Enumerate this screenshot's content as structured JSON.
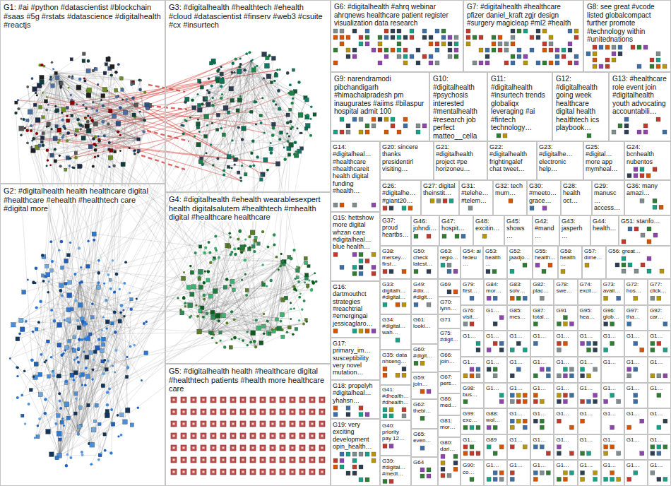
{
  "diagram": {
    "nodes": [
      {
        "text": [
          "G1: #ai #python #datascientist #blockchain #saas #5g #rstats #datascience #digitalhealth #reactjs"
        ]
      },
      {
        "text": [
          "G3: #digitalhealth #healthtech #ehealth #cloud #datascientist #finserv #web3 #csuite #cx #insurtech"
        ]
      },
      {
        "text": [
          "G6: #digitalhealth #ahrq webinar ahrqnews healthcare patient register visualization data research"
        ]
      },
      {
        "text": [
          "G7: #digitalhealth #healthcare pfizer daniel_kraft zgjr design #surgery magicleap #ml2 #health"
        ]
      },
      {
        "text": [
          "G8: see great #vcode listed globalcompact further promote #technology within #unitednations"
        ]
      },
      {
        "text": [
          "G9: narendramodi pibchandigarh #himachalpradesh pm inaugurates #aiims #bilaspur hospital admit 100"
        ]
      },
      {
        "text": [
          "G10: #digitalhealth #psychosis interested #mentalhealth #research job perfect matteo__cella"
        ]
      },
      {
        "text": [
          "G11: #digitalhealth #insurtech trends globaliqx leveraging #ai #fintech technology…"
        ]
      },
      {
        "text": [
          "G12: #digitalhealth going week healthcare digital health healthtech ics playbook…"
        ]
      },
      {
        "text": [
          "G13: #healthcare role event join #digitalhealth youth advocating accountabili…"
        ]
      },
      {
        "text": [
          "G14: #digitalheal… #healthcare #healthcareit health digital funding #health…"
        ]
      },
      {
        "text": [
          "G20: sincere thanks presidentirl visiting…"
        ]
      },
      {
        "text": [
          "G21: #digitalhealth project #pe horizoneu…"
        ]
      },
      {
        "text": [
          "G22: #digitalhealth frightingalef chat tweet…"
        ]
      },
      {
        "text": [
          "G23: #digitalhe… electronic help…"
        ]
      },
      {
        "text": [
          "G25: #digital… more app mymheal…"
        ]
      },
      {
        "text": [
          "G24: bcnhealth nubentos"
        ]
      },
      {
        "text": [
          "G2: #digitalhealth health healthcare digital #healthcare #ehealth #healthtech care #digital more"
        ]
      },
      {
        "text": [
          "G26: #digitalhe… #giant20…"
        ]
      },
      {
        "text": [
          "G27: digital theinstit…"
        ]
      },
      {
        "text": [
          "G31: #telehe… #telem…"
        ]
      },
      {
        "text": [
          "G32: tech mum…"
        ]
      },
      {
        "text": [
          "G30: #meeto… grace…"
        ]
      },
      {
        "text": [
          "G28: health oct…"
        ]
      },
      {
        "text": [
          "G29: manusc… access…"
        ]
      },
      {
        "text": [
          "G36: many amazi…"
        ]
      },
      {
        "text": [
          "G4: #digitalhealth #ehealth wearablesexpert health digitalsalutem #healthtech #mhealth digital #healthcare healthcare"
        ]
      },
      {
        "text": [
          "G15: hettshow more digital whzan care #digitalheal… blue health…"
        ]
      },
      {
        "text": [
          "G37: proud heartbs…"
        ]
      },
      {
        "text": [
          "G46: johndi…"
        ]
      },
      {
        "text": [
          "G47: hospit…"
        ]
      },
      {
        "text": [
          "G48: excitin…"
        ]
      },
      {
        "text": [
          "G45: shows…"
        ]
      },
      {
        "text": [
          "G42: #mand…"
        ]
      },
      {
        "text": [
          "G43: jasperh…"
        ]
      },
      {
        "text": [
          "G44: health…"
        ]
      },
      {
        "text": [
          "G51: stanfo…"
        ]
      },
      {
        "text": [
          "G38: mersey… first…"
        ]
      },
      {
        "text": [
          "G50: check latest…"
        ]
      },
      {
        "text": [
          "G63: regio…"
        ]
      },
      {
        "text": [
          "G54: ai fedeu…"
        ]
      },
      {
        "text": [
          "G53: health…"
        ]
      },
      {
        "text": [
          "G52: jaadjo…"
        ]
      },
      {
        "text": [
          "G55: health…"
        ]
      },
      {
        "text": [
          "G58: health…"
        ]
      },
      {
        "text": [
          "G57: dime…"
        ]
      },
      {
        "text": [
          "G56: great…"
        ]
      },
      {
        "text": [
          "G16: dartmouthct strategies #reachtrial #emergingai jessicaglaro…"
        ]
      },
      {
        "text": [
          "G33: digitalh… #digital…"
        ]
      },
      {
        "text": [
          "G49: #dlx… #digit…"
        ]
      },
      {
        "text": [
          "G69"
        ]
      },
      {
        "text": [
          "G70: lynn…"
        ]
      },
      {
        "text": [
          "G61: looki…"
        ]
      },
      {
        "text": [
          "G34: #digital… wah…"
        ]
      },
      {
        "text": [
          "G71"
        ]
      },
      {
        "text": [
          "G75: #digit…"
        ]
      },
      {
        "text": [
          "G17: primary_im… susceptibility very novel mutation…"
        ]
      },
      {
        "text": [
          "G60: #digit…"
        ]
      },
      {
        "text": [
          "G35: data nhseng…"
        ]
      },
      {
        "text": [
          "G66: join…"
        ]
      },
      {
        "text": [
          "G67: pers…"
        ]
      },
      {
        "text": [
          "G59: join…"
        ]
      },
      {
        "text": [
          "G18: propelyh #digitalheal… yhahsn…"
        ]
      },
      {
        "text": [
          "G41: #dhealth… #dhealth…"
        ]
      },
      {
        "text": [
          "G86: med…"
        ]
      },
      {
        "text": [
          "G62: thebi…"
        ]
      },
      {
        "text": [
          "G81: mor…"
        ]
      },
      {
        "text": [
          "G19: very exciting development opin_health…"
        ]
      },
      {
        "text": [
          "G40: priority pay 12…"
        ]
      },
      {
        "text": [
          "G65: even…"
        ]
      },
      {
        "text": [
          "G80: dari…"
        ]
      },
      {
        "text": [
          "G39: #digital… #medt…"
        ]
      },
      {
        "text": [
          "G64"
        ]
      },
      {
        "text": [
          "G5: #digitalhealth health #healthcare digital #healthtech patients #health more healthcare care"
        ]
      },
      {
        "text": [
          "G79: first…"
        ]
      },
      {
        "text": [
          "G84: mor…"
        ]
      },
      {
        "text": [
          "G83: solv…"
        ]
      },
      {
        "text": [
          "G82: plac…"
        ]
      },
      {
        "text": [
          "G78: swe…"
        ]
      },
      {
        "text": [
          "G74: excit…"
        ]
      },
      {
        "text": [
          "G73: avail…"
        ]
      },
      {
        "text": [
          "G72: hos…"
        ]
      },
      {
        "text": [
          "G77: click…"
        ]
      },
      {
        "text": [
          "G76: visit…"
        ]
      },
      {
        "text": [
          "G1…"
        ]
      },
      {
        "text": [
          "G85: mes…"
        ]
      },
      {
        "text": [
          "G87: total…"
        ]
      },
      {
        "text": [
          "G91"
        ]
      },
      {
        "text": [
          "G95: hea…"
        ]
      },
      {
        "text": [
          "G96: glob…"
        ]
      },
      {
        "text": [
          "G97: tha…"
        ]
      },
      {
        "text": [
          "G92: car…"
        ]
      },
      {
        "text": [
          "G1…"
        ]
      },
      {
        "text": [
          "G1…"
        ]
      },
      {
        "text": [
          "G1…"
        ]
      },
      {
        "text": [
          "G1…"
        ]
      },
      {
        "text": [
          "G1…"
        ]
      },
      {
        "text": [
          "G1…"
        ]
      },
      {
        "text": [
          "G1…"
        ]
      },
      {
        "text": [
          "G1…"
        ]
      },
      {
        "text": [
          "G1…"
        ]
      },
      {
        "text": [
          "G1…"
        ]
      },
      {
        "text": [
          "G1…"
        ]
      },
      {
        "text": [
          "G1…"
        ]
      },
      {
        "text": [
          "G1…"
        ]
      },
      {
        "text": [
          "G1…"
        ]
      },
      {
        "text": [
          "G1…"
        ]
      },
      {
        "text": [
          "G1…"
        ]
      },
      {
        "text": [
          "G1…"
        ]
      },
      {
        "text": [
          "G1…"
        ]
      },
      {
        "text": [
          "G98: bus…"
        ]
      },
      {
        "text": [
          "G1…"
        ]
      },
      {
        "text": [
          "G1…"
        ]
      },
      {
        "text": [
          "G1…"
        ]
      },
      {
        "text": [
          "G1…"
        ]
      },
      {
        "text": [
          "G1…"
        ]
      },
      {
        "text": [
          "G1…"
        ]
      },
      {
        "text": [
          "G1…"
        ]
      },
      {
        "text": [
          "G1…"
        ]
      },
      {
        "text": [
          "G99: exc…"
        ]
      },
      {
        "text": [
          "G88: wol…"
        ]
      },
      {
        "text": [
          "G1…"
        ]
      },
      {
        "text": [
          "G1…"
        ]
      },
      {
        "text": [
          "G1…"
        ]
      },
      {
        "text": [
          "G1…"
        ]
      },
      {
        "text": [
          "G1…"
        ]
      },
      {
        "text": [
          "G1…"
        ]
      },
      {
        "text": [
          "G1…"
        ]
      },
      {
        "text": [
          "G1…"
        ]
      },
      {
        "text": [
          "G89"
        ]
      },
      {
        "text": [
          "G1…"
        ]
      },
      {
        "text": [
          "G1…"
        ]
      },
      {
        "text": [
          "G1…"
        ]
      },
      {
        "text": [
          "G1…"
        ]
      },
      {
        "text": [
          "G1…"
        ]
      },
      {
        "text": [
          "G1…"
        ]
      },
      {
        "text": [
          "G1…"
        ]
      },
      {
        "text": [
          "G90: co…"
        ]
      },
      {
        "text": [
          "G1…"
        ]
      },
      {
        "text": [
          "G1…"
        ]
      },
      {
        "text": [
          "G1…"
        ]
      },
      {
        "text": [
          "G1…"
        ]
      },
      {
        "text": [
          "G1…"
        ]
      },
      {
        "text": [
          "G1…"
        ]
      },
      {
        "text": [
          "G1…"
        ]
      },
      {
        "text": [
          "G1…"
        ]
      }
    ]
  }
}
